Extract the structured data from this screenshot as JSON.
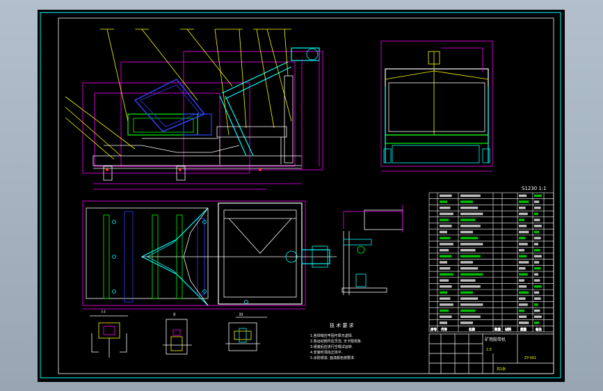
{
  "viewport": {
    "background": "#a4b0bd",
    "canvas_background": "#000000"
  },
  "colors": {
    "frame": "#00ffff",
    "inner_frame": "#ffffff",
    "yellow": "#ffff00",
    "magenta": "#ff00ff",
    "blue": "#3040ff",
    "green": "#00ff00",
    "cyan": "#00ffff",
    "white": "#ffffff",
    "red": "#ff3030"
  },
  "drawing": {
    "title_label": "S1230  1:1",
    "tech_notes_title": "技 术 要 求",
    "tech_notes": [
      "1.各焊缝应牢固可靠无虚焊.",
      "2.各运动部件应灵活, 无卡阻现象.",
      "3.组装后应进行空载试运转.",
      "4.安装时须找正找平.",
      "5.涂防锈漆, 面漆颜色按要求."
    ],
    "detail_labels": [
      "I-I",
      "II",
      "III"
    ],
    "title_block": {
      "name": "矿用胶带机",
      "scale": "1:5",
      "sheet": "共1张",
      "drawing_no": "ZY-001"
    }
  },
  "parts_table": {
    "row_count": 23,
    "header": [
      "序号",
      "代号",
      "名称",
      "数量",
      "材料",
      "重量",
      "备注"
    ]
  }
}
